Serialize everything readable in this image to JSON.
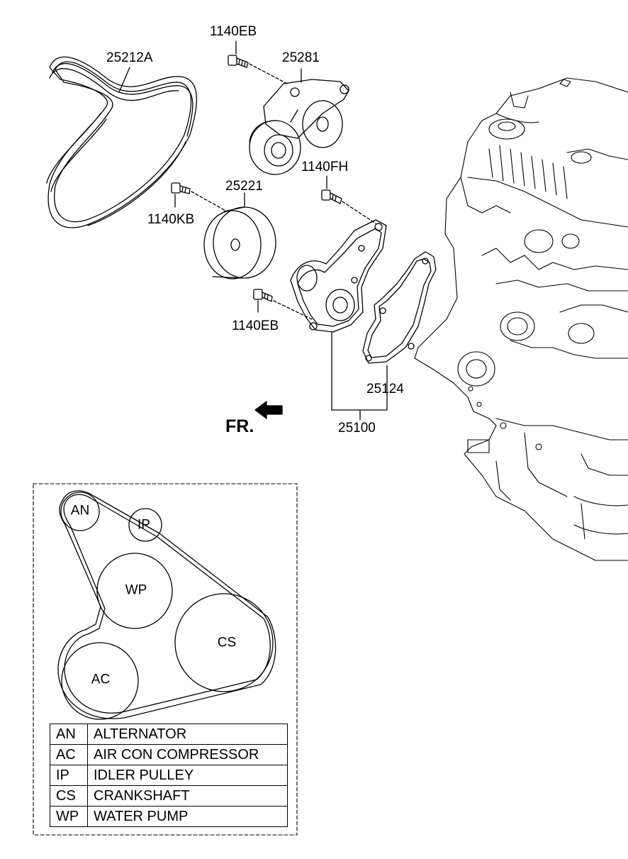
{
  "parts": {
    "belt": "25212A",
    "bolt_top": "1140EB",
    "tensioner": "25281",
    "bolt_fh": "1140FH",
    "idler_pulley": "25221",
    "bolt_kb": "1140KB",
    "bolt_bottom": "1140EB",
    "gasket": "25124",
    "water_pump_assy": "25100"
  },
  "front_indicator": "FR.",
  "belt_layout": {
    "pulleys": [
      {
        "abbr": "AN"
      },
      {
        "abbr": "IP"
      },
      {
        "abbr": "WP"
      },
      {
        "abbr": "CS"
      },
      {
        "abbr": "AC"
      }
    ]
  },
  "legend": [
    {
      "abbr": "AN",
      "name": "ALTERNATOR"
    },
    {
      "abbr": "AC",
      "name": "AIR CON COMPRESSOR"
    },
    {
      "abbr": "IP",
      "name": "IDLER PULLEY"
    },
    {
      "abbr": "CS",
      "name": "CRANKSHAFT"
    },
    {
      "abbr": "WP",
      "name": "WATER PUMP"
    }
  ]
}
